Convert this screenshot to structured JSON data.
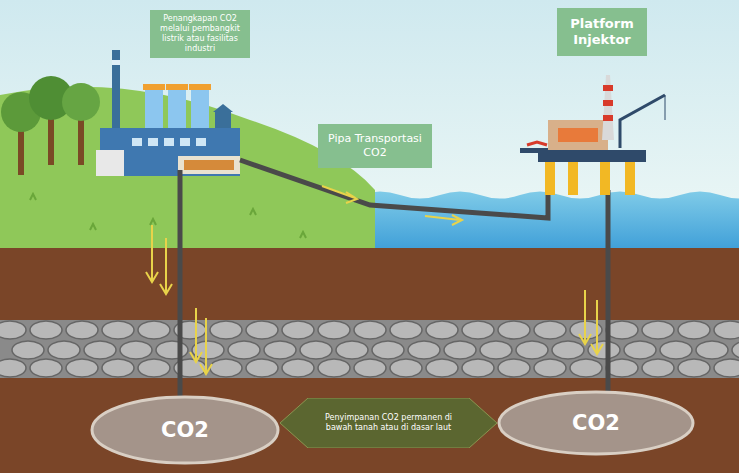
{
  "diagram": {
    "nodes": [
      {
        "text": [
          "Penangkapan CO2 melalui pembangkit listrik atau fasilitas industri"
        ]
      },
      {
        "text": [
          "Platform Injektor"
        ]
      },
      {
        "text": [
          "Pipa Transportasi CO2"
        ]
      },
      {
        "text": [
          "CO2"
        ]
      },
      {
        "text": [
          "Penyimpanan CO2 permanen di bawah tanah atau di dasar laut"
        ]
      },
      {
        "text": [
          "CO2"
        ]
      }
    ]
  }
}
